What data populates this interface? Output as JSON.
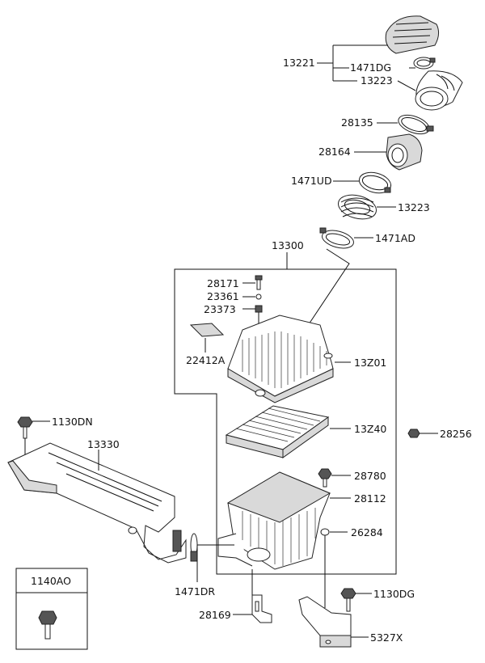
{
  "part_labels": {
    "p13221": "13221",
    "p1471DG": "1471DG",
    "p13223_top": "13223",
    "p28135": "28135",
    "p28164": "28164",
    "p1471UD": "1471UD",
    "p13223_mid": "13223",
    "p1471AD": "1471AD",
    "p13300": "13300",
    "p28171": "28171",
    "p23361": "23361",
    "p23373": "23373",
    "p22412A": "22412A",
    "p13Z01": "13Z01",
    "p13Z40": "13Z40",
    "p28256": "28256",
    "p1130DN": "1130DN",
    "p13330": "13330",
    "p28780": "28780",
    "p28112": "28112",
    "p26284": "26284",
    "p1471DR": "1471DR",
    "p1130DG": "1130DG",
    "p28169": "28169",
    "p5327X": "5327X"
  },
  "legend_box": {
    "code": "1140AO"
  }
}
